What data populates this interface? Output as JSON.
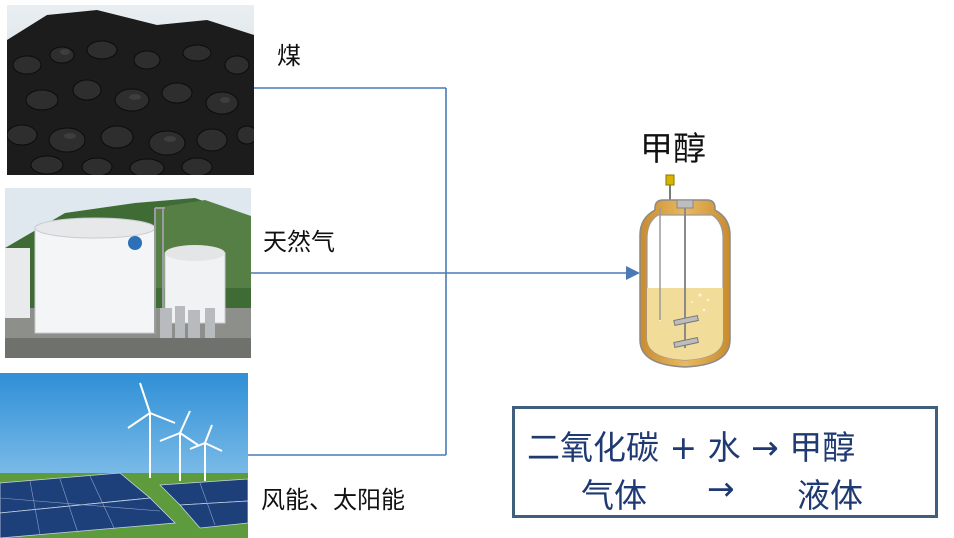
{
  "sources": [
    {
      "label": "煤",
      "photo_icon": "coal-pile-photo"
    },
    {
      "label": "天然气",
      "photo_icon": "gas-storage-tanks-photo"
    },
    {
      "label": "风能、太阳能",
      "photo_icon": "wind-turbines-solar-panels-photo"
    }
  ],
  "product": {
    "title": "甲醇"
  },
  "equation": {
    "reaction": "二氧化碳 + 水 → 甲醇",
    "state_from": "气体",
    "arrow": "→",
    "state_to": "液体"
  },
  "colors": {
    "connector": "#4a7ab5",
    "equation_text": "#1f3a72",
    "equation_border": "#3f5f7d",
    "reactor_liquid": "#f2dc9a",
    "reactor_jacket": "#d29a3a"
  }
}
